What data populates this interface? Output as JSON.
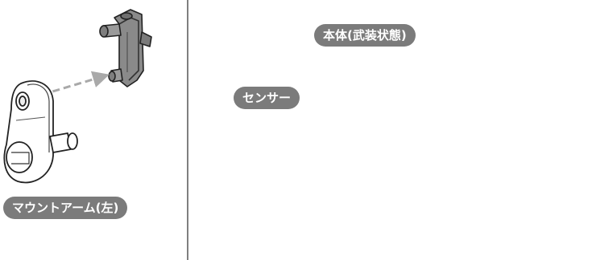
{
  "labels": {
    "mount_arm": "マウントアーム(左)",
    "sensor": "センサー",
    "body": "本体(武装状態)"
  },
  "colors": {
    "label_bg": "#7b7b7b",
    "line": "#222222",
    "highlight_part": "#8a8a8a",
    "arrow_gray": "#9a9a9a",
    "divider": "#555555"
  },
  "icons": {
    "step_arrow": "right-pointing-block-arrow",
    "dashed_arrow": "dashed-connection-arrow",
    "solid_arrow": "solid-connection-arrow"
  }
}
